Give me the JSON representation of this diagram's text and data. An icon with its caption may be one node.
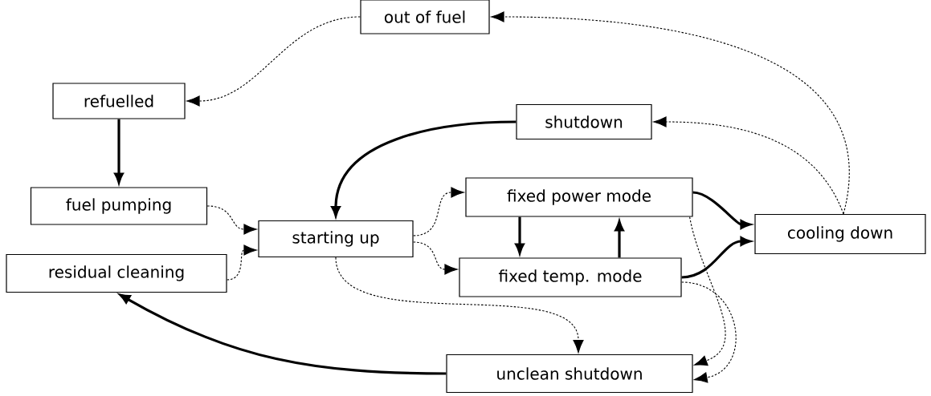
{
  "diagram": {
    "nodes": [
      {
        "text": [
          "out of fuel"
        ]
      },
      {
        "text": [
          "refuelled"
        ]
      },
      {
        "text": [
          "shutdown"
        ]
      },
      {
        "text": [
          "fuel pumping"
        ]
      },
      {
        "text": [
          "fixed power mode"
        ]
      },
      {
        "text": [
          "starting up"
        ]
      },
      {
        "text": [
          "cooling down"
        ]
      },
      {
        "text": [
          "residual cleaning"
        ]
      },
      {
        "text": [
          "fixed temp. mode"
        ]
      },
      {
        "text": [
          "unclean shutdown"
        ]
      }
    ],
    "edges": [
      {
        "from": 0,
        "to": 1,
        "arrow": "to",
        "style": "dashed"
      },
      {
        "from": 6,
        "to": 0,
        "arrow": "to",
        "style": "dashed"
      },
      {
        "from": 6,
        "to": 2,
        "arrow": "to",
        "style": "dashed"
      },
      {
        "from": 1,
        "to": 3,
        "arrow": "to",
        "style": "thick"
      },
      {
        "from": 2,
        "to": 5,
        "arrow": "to",
        "style": "thick"
      },
      {
        "from": 3,
        "to": 5,
        "arrow": "to",
        "style": "dashed"
      },
      {
        "from": 7,
        "to": 5,
        "arrow": "to",
        "style": "dashed"
      },
      {
        "from": 5,
        "to": 4,
        "arrow": "to",
        "style": "dashed"
      },
      {
        "from": 5,
        "to": 8,
        "arrow": "to",
        "style": "dashed"
      },
      {
        "from": 5,
        "to": 9,
        "arrow": "to",
        "style": "dashed"
      },
      {
        "from": 4,
        "to": 8,
        "arrow": "to",
        "style": "thick"
      },
      {
        "from": 8,
        "to": 4,
        "arrow": "to",
        "style": "thick"
      },
      {
        "from": 4,
        "to": 6,
        "arrow": "to",
        "style": "thick"
      },
      {
        "from": 8,
        "to": 6,
        "arrow": "to",
        "style": "thick"
      },
      {
        "from": 4,
        "to": 9,
        "arrow": "to",
        "style": "dashed"
      },
      {
        "from": 8,
        "to": 9,
        "arrow": "to",
        "style": "dashed"
      },
      {
        "from": 9,
        "to": 7,
        "arrow": "to",
        "style": "thick"
      }
    ]
  }
}
